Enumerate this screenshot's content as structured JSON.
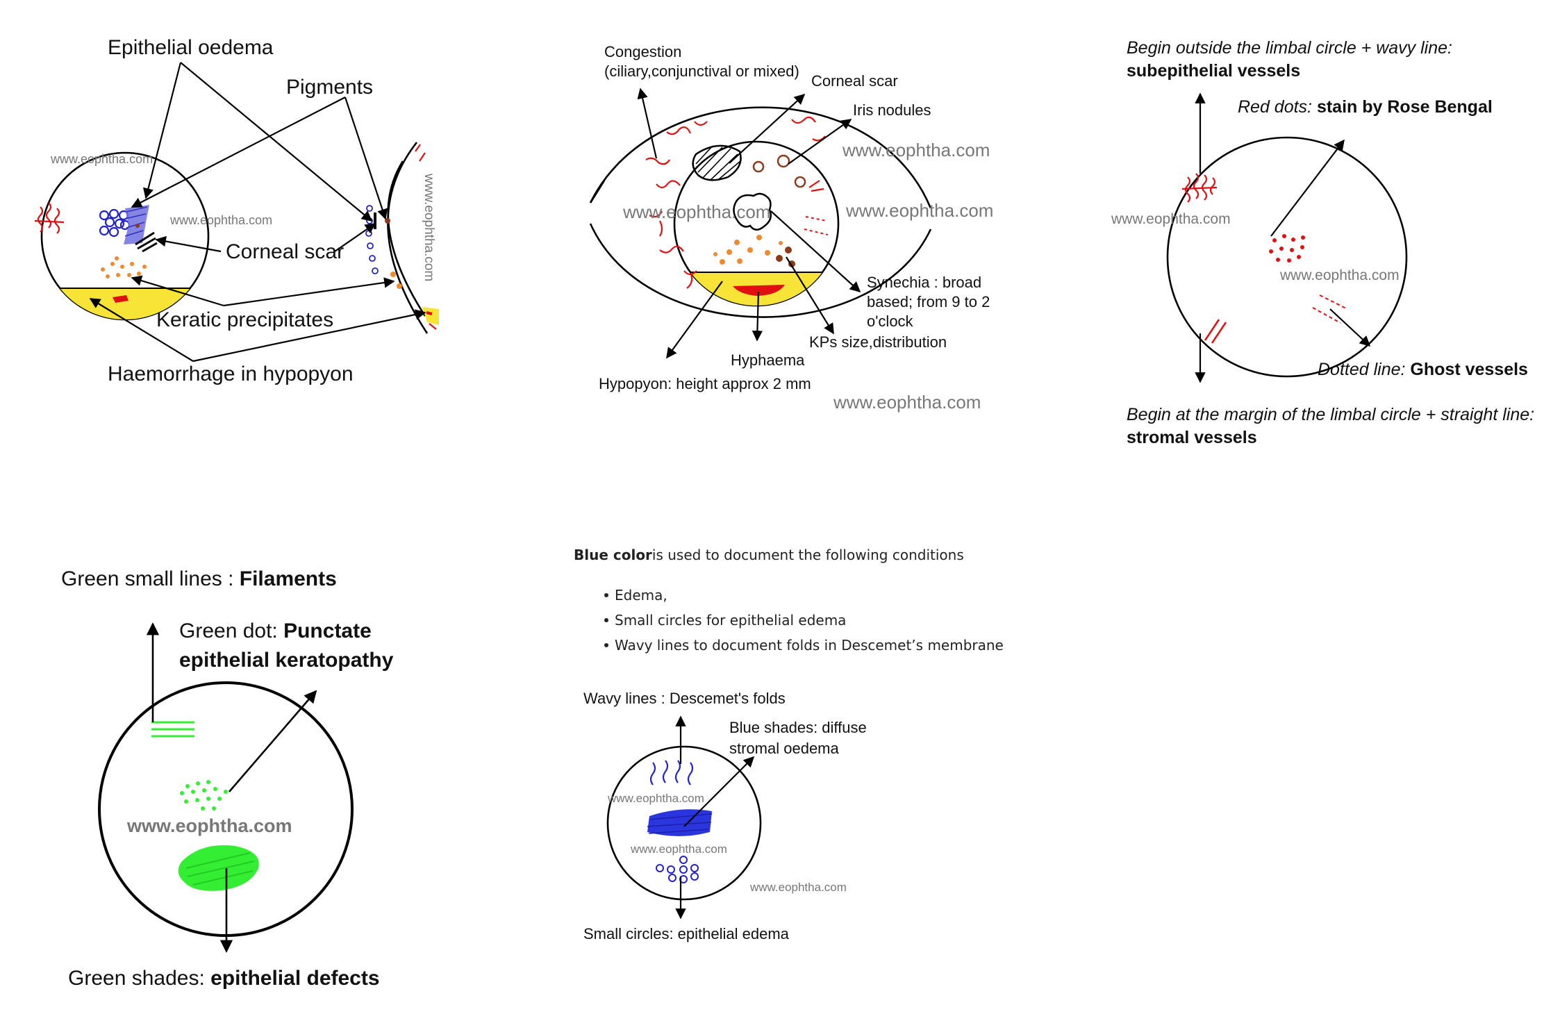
{
  "colors": {
    "red": "#e01010",
    "yellow": "#f7e436",
    "orange": "#f08a30",
    "brown": "#8b3a1a",
    "blue": "#2222cc",
    "lightblue": "#7070e0",
    "green": "#33ee33",
    "watermark": "#777777"
  },
  "watermark": "www.eophtha.com",
  "panel1": {
    "epithelial_oedema": "Epithelial oedema",
    "pigments": "Pigments",
    "corneal_scar": "Corneal scar",
    "keratic_precipitates": "Keratic precipitates",
    "haemorrhage": "Haemorrhage in hypopyon"
  },
  "panel2": {
    "congestion_line1": "Congestion",
    "congestion_line2": "(ciliary,conjunctival or mixed)",
    "corneal_scar": "Corneal scar",
    "iris_nodules": "Iris nodules",
    "synechia_line1": "Synechia : broad",
    "synechia_line2": "based; from 9 to 2",
    "synechia_line3": "o'clock",
    "kps": "KPs size,distribution",
    "hyphaema": "Hyphaema",
    "hypopyon": "Hypopyon: height approx 2 mm"
  },
  "panel3": {
    "begin_outside": "Begin outside the limbal circle + wavy line:",
    "subepithelial": "subepithelial vessels",
    "red_dots_prefix": "Red dots: ",
    "red_dots_bold": "stain by Rose Bengal",
    "dotted_prefix": "Dotted line: ",
    "dotted_bold": "Ghost vessels",
    "begin_margin": "Begin at the margin of the limbal circle + straight line:",
    "stromal": "stromal vessels"
  },
  "panel4": {
    "green_lines_prefix": "Green small lines : ",
    "green_lines_bold": "Filaments",
    "green_dot_prefix": "Green dot: ",
    "green_dot_bold_line1": "Punctate",
    "green_dot_bold_line2": "epithelial keratopathy",
    "green_shades_prefix": "Green shades: ",
    "green_shades_bold": "epithelial defects"
  },
  "panel5": {
    "intro_bold": "Blue color",
    "intro_rest": "is used to document the following conditions",
    "bullets": [
      "Edema,",
      "Small circles for epithelial edema",
      "Wavy lines to document folds in Descemet’s membrane"
    ],
    "wavy_lines": "Wavy lines : Descemet's folds",
    "blue_shades_line1": "Blue shades: diffuse",
    "blue_shades_line2": "stromal oedema",
    "small_circles": "Small circles: epithelial edema"
  }
}
